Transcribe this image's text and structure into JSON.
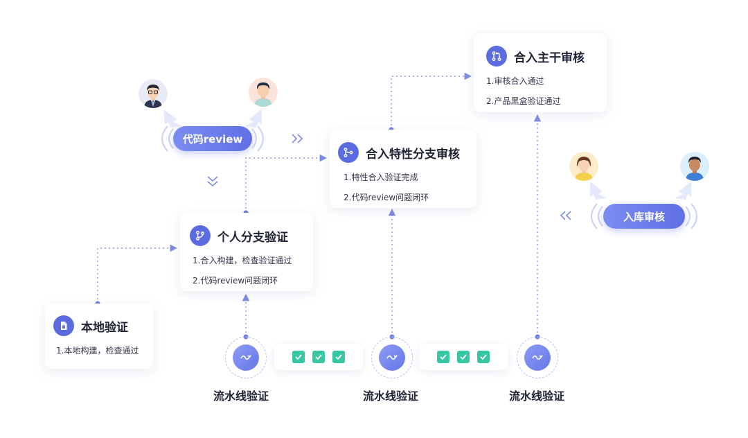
{
  "cards": {
    "merge_trunk": {
      "title": "合入主干审核",
      "items": [
        "1.审核合入通过",
        "2.产品黑盒验证通过"
      ]
    },
    "feature_branch": {
      "title": "合入特性分支审核",
      "items": [
        "1.特性合入验证完成",
        "2.代码review问题闭环"
      ]
    },
    "personal_branch": {
      "title": "个人分支验证",
      "items": [
        "1.合入构建，检查验证通过",
        "2.代码review问题闭环"
      ]
    },
    "local": {
      "title": "本地验证",
      "items": [
        "1.本地构建，检查通过"
      ]
    }
  },
  "pills": {
    "code_review": "代码review",
    "storage_review": "入库审核"
  },
  "pipeline": {
    "labels": [
      "流水线验证",
      "流水线验证",
      "流水线验证"
    ]
  },
  "icons": {
    "merge_trunk": "pull-request-icon",
    "feature_branch": "branch-merge-icon",
    "personal_branch": "git-branch-icon",
    "local": "document-icon",
    "pipeline": "pipeline-flow-icon",
    "check": "check-icon"
  },
  "colors": {
    "accent": "#5b6ce0",
    "line": "#7d8ae8",
    "check": "#37c7a2"
  }
}
